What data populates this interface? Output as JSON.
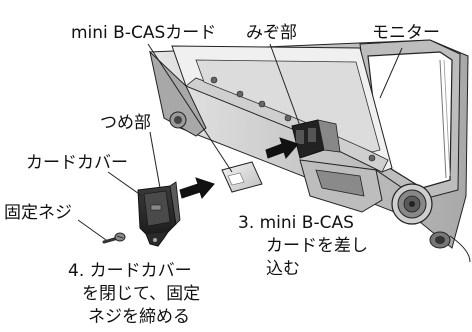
{
  "labels": {
    "card_top": "mini B-CASカード",
    "notch": "みぞ部",
    "monitor": "モニター",
    "tab": "つめ部",
    "cover": "カードカバー",
    "screw": "固定ネジ"
  },
  "steps": {
    "step3": [
      "3. mini B-CAS",
      "カードを差し",
      "込む"
    ],
    "step4": [
      "4. カードカバー",
      "を閉じて、固定",
      "ネジを締める"
    ]
  },
  "colors": {
    "line": "#222222",
    "arrow": "#111111",
    "metal_dark": "#4a4a4a",
    "metal_mid": "#8a8a8a",
    "metal_light": "#d9d9d9",
    "screen": "#ffffff"
  }
}
